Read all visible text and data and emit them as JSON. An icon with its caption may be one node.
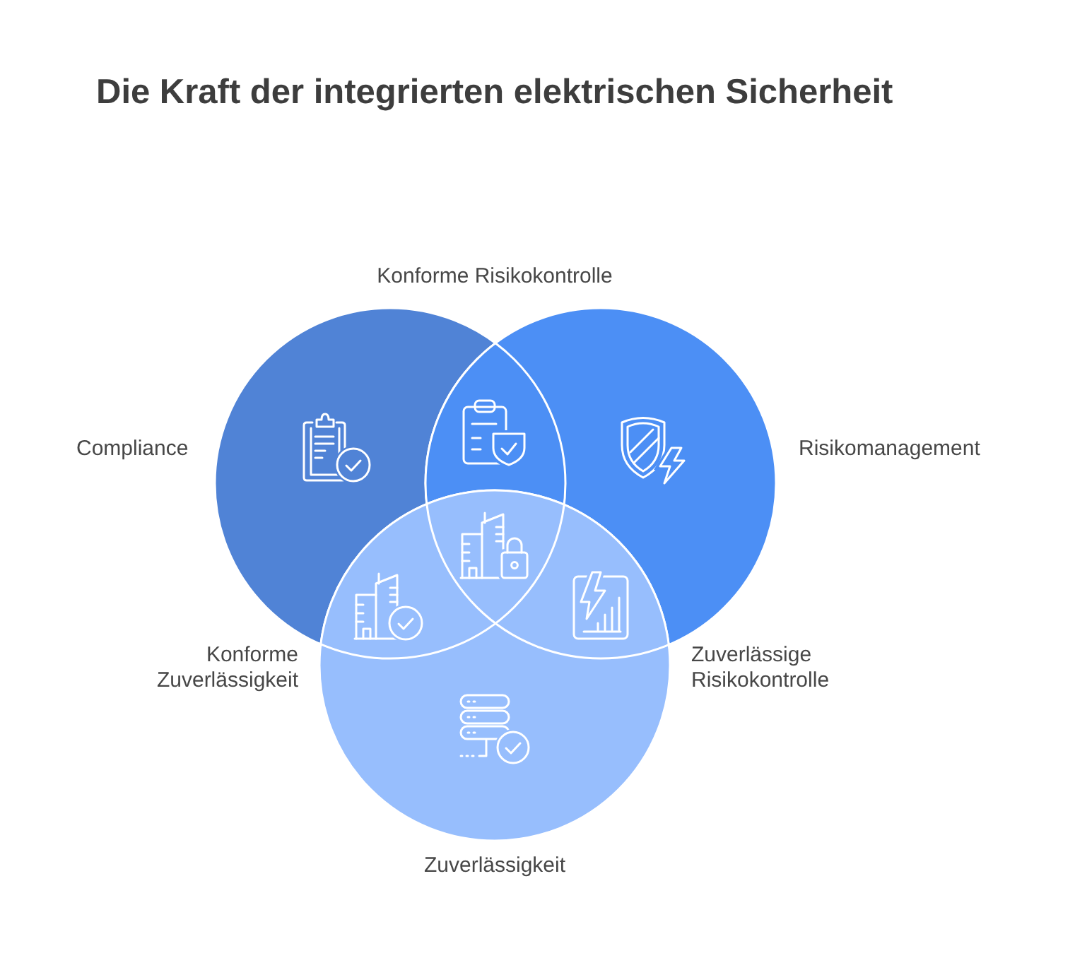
{
  "diagram": {
    "title": "Die Kraft der integrierten elektrischen Sicherheit",
    "nodes": [
      {
        "text": [],
        "shape": "circle",
        "beside": [
          "Compliance"
        ]
      },
      {
        "text": [],
        "shape": "circle",
        "beside": [
          "Risikomanagement"
        ]
      },
      {
        "text": [],
        "shape": "circle",
        "beside": [
          "Zuverlässigkeit"
        ]
      }
    ],
    "labels": [
      "Konforme Risikokontrolle",
      "Konforme Zuverlässigkeit",
      "Zuverlässige Risikokontrolle"
    ]
  }
}
